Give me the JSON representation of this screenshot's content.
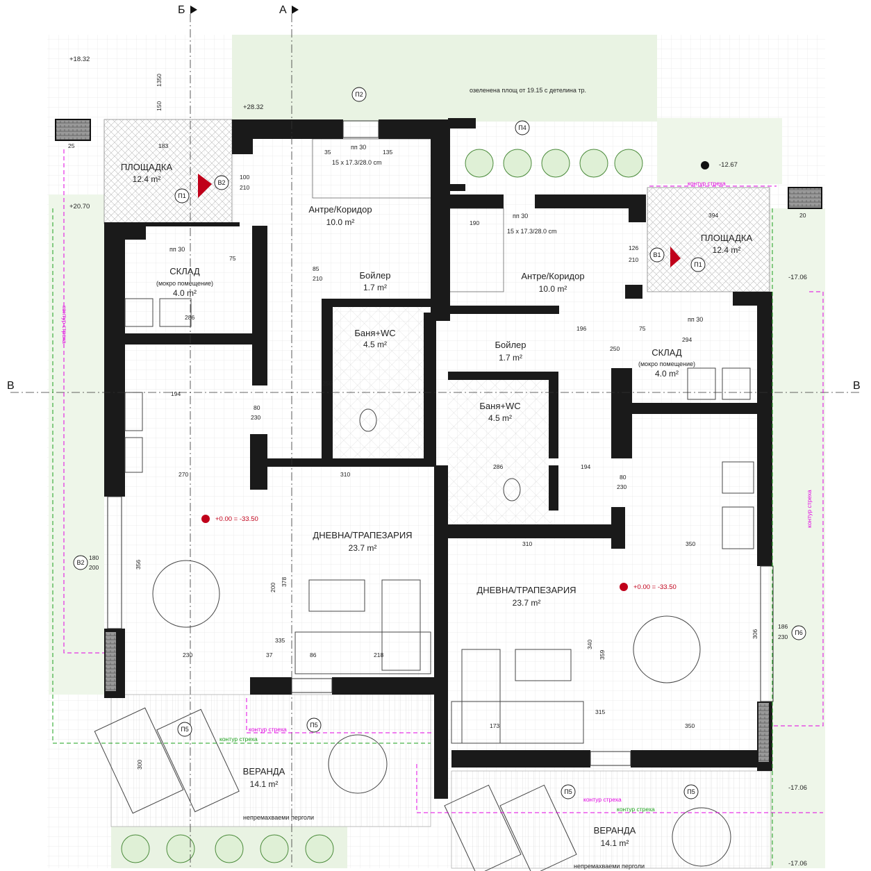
{
  "sections": {
    "b": "Б",
    "a": "А",
    "v_left": "В",
    "v_right": "В"
  },
  "colors": {
    "wall": "#1a1a1a",
    "grass": "#e9f3e3",
    "grid": "#e4e4e4",
    "magenta": "#e000e0",
    "green": "#1aa01a",
    "red": "#c0001a"
  },
  "top_note": "озеленена площ от 19.15 с детелина тр.",
  "levels": {
    "l1": "+18.32",
    "l2": "+28.32",
    "l3": "+20.70",
    "l4": "-12.67",
    "l5": "-17.06",
    "l6": "-17.06",
    "l7": "-17.06",
    "zero_left": "+0.00 = -33.50",
    "zero_right": "+0.00 = -33.50"
  },
  "labels": {
    "kontur": "контур стреха",
    "pergola": "непремахваеми перголи"
  },
  "rooms": [
    {
      "name": "ПЛОЩАДКА",
      "area": "12.4 m²"
    },
    {
      "name": "Антре/Коридор",
      "area": "10.0 m²"
    },
    {
      "name": "СКЛАД",
      "sub": "(мокро помещение)",
      "area": "4.0 m²"
    },
    {
      "name": "Бойлер",
      "area": "1.7 m²"
    },
    {
      "name": "Баня+WC",
      "area": "4.5 m²"
    },
    {
      "name": "ДНЕВНА/ТРАПЕЗАРИЯ",
      "area": "23.7 m²"
    },
    {
      "name": "ВЕРАНДА",
      "area": "14.1 m²"
    },
    {
      "name": "Антре/Коридор",
      "area": "10.0 m²"
    },
    {
      "name": "ПЛОЩАДКА",
      "area": "12.4 m²"
    },
    {
      "name": "Бойлер",
      "area": "1.7 m²"
    },
    {
      "name": "СКЛАД",
      "sub": "(мокро помещение)",
      "area": "4.0 m²"
    },
    {
      "name": "Баня+WC",
      "area": "4.5 m²"
    },
    {
      "name": "ДНЕВНА/ТРАПЕЗАРИЯ",
      "area": "23.7 m²"
    },
    {
      "name": "ВЕРАНДА",
      "area": "14.1 m²"
    }
  ],
  "tags": {
    "p2": "П2",
    "p4": "П4",
    "p1a": "П1",
    "p1b": "П1",
    "b2a": "B2",
    "b1": "B1",
    "b2b": "B2",
    "p5a": "П5",
    "p5b": "П5",
    "p5c": "П5",
    "p5d": "П5",
    "p6": "П6"
  },
  "stairs": {
    "left": "15 x 17.3/28.0 cm",
    "right": "15 x 17.3/28.0 cm",
    "pp30": "пп 30"
  },
  "dims": {
    "d150": "150",
    "d1350": "1350",
    "d183": "183",
    "d25": "25",
    "d100": "100",
    "d210": "210",
    "d35": "35",
    "d135": "135",
    "d190": "190",
    "d394": "394",
    "d20": "20",
    "d126": "126",
    "d75": "75",
    "d85": "85",
    "d196": "196",
    "d294": "294",
    "d286": "286",
    "d194": "194",
    "d80": "80",
    "d230": "230",
    "d250": "250",
    "d270": "270",
    "d310": "310",
    "d350": "350",
    "d378": "378",
    "d200": "200",
    "d335": "335",
    "d37": "37",
    "d86": "86",
    "d218": "218",
    "d340": "340",
    "d359": "359",
    "d315": "315",
    "d173": "173",
    "d306": "306",
    "d356": "356",
    "d180": "180",
    "d186": "186",
    "d300": "300"
  }
}
